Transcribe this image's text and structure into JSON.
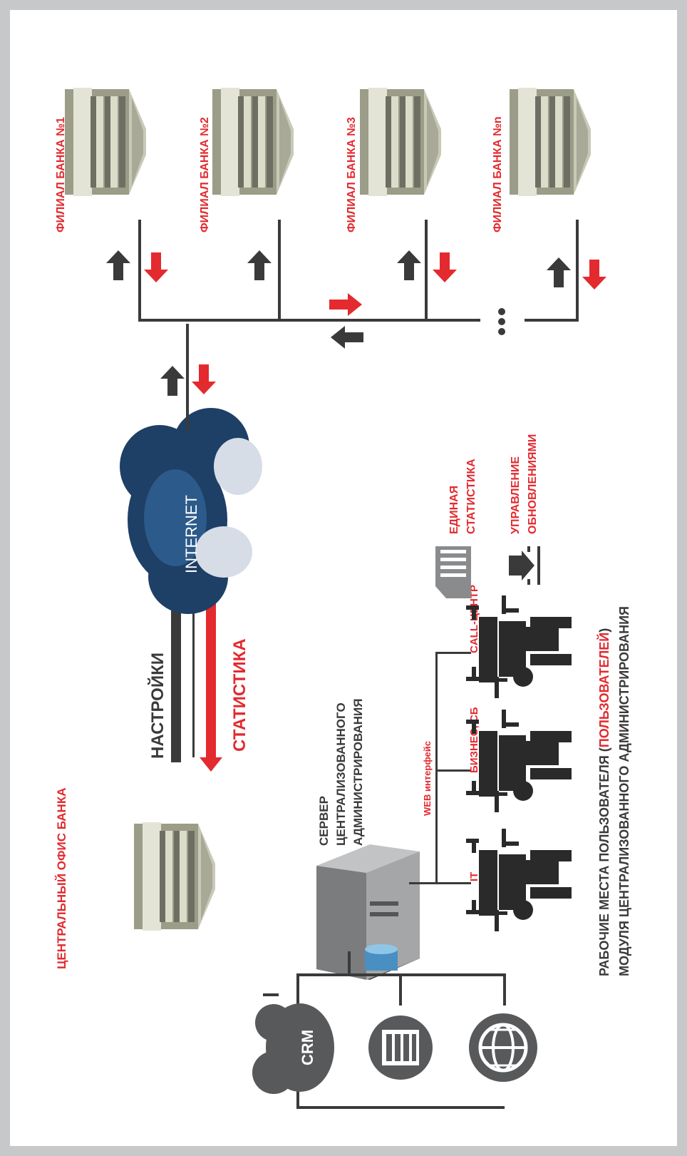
{
  "colors": {
    "accent": "#e32a2f",
    "dark": "#3a3a3a",
    "cloud": "#1e3f66",
    "frame": "#c7c8ca"
  },
  "labels": {
    "central_office": "ЦЕНТРАЛЬНЫЙ ОФИС БАНКА",
    "settings": "НАСТРОЙКИ",
    "statistics": "СТАТИСТИКА",
    "internet": "INTERNET",
    "server_line1": "СЕРВЕР",
    "server_line2": "ЦЕНТРАЛИЗОВАННОГО",
    "server_line3": "АДМИНИСТРИРОВАНИЯ",
    "web_interface": "WEB интерфейс",
    "workstation_it": "IT",
    "workstation_business": "БИЗНЕС, СБ",
    "workstation_callcenter": "CALL-ЦЕНТР",
    "unified_stats_line1": "ЕДИНАЯ",
    "unified_stats_line2": "СТАТИСТИКА",
    "update_mgmt_line1": "УПРАВЛЕНИЕ",
    "update_mgmt_line2": "ОБНОВЛЕНИЯМИ",
    "footer_line1_a": "РАБОЧИЕ МЕСТА ПОЛЬЗОВАТЕЛЯ (",
    "footer_line1_b": "ПОЛЬЗОВАТЕЛЕЙ",
    "footer_line1_c": ")",
    "footer_line2": "МОДУЛЯ ЦЕНТРАЛИЗОВАННОГО АДМИНИСТРИРОВАНИЯ",
    "crm": "CRM"
  },
  "branches": [
    "ФИЛИАЛ БАНКА №1",
    "ФИЛИАЛ БАНКА №2",
    "ФИЛИАЛ БАНКА №3",
    "ФИЛИАЛ БАНКА №n"
  ]
}
